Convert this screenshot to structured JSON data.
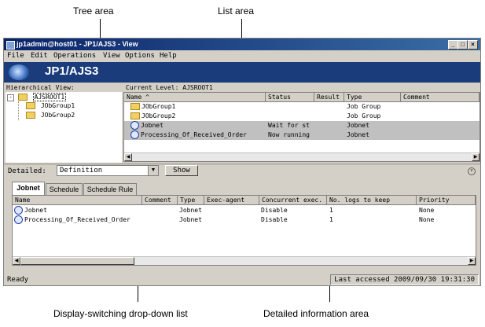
{
  "callouts": {
    "tree_area": "Tree area",
    "list_area": "List area",
    "dropdown": "Display-switching drop-down list",
    "detail_area": "Detailed information area"
  },
  "window": {
    "title": "jp1admin@host01 - JP1/AJS3 - View",
    "buttons": [
      "_",
      "□",
      "×"
    ]
  },
  "menu": [
    "File",
    "Edit",
    "Operations",
    "View",
    "Options",
    "Help"
  ],
  "banner": {
    "brand": "JP1/AJS3"
  },
  "tree": {
    "heading": "Hierarchical View:",
    "root": "AJSROOT1",
    "children": [
      "JObGroup1",
      "JObGroup2"
    ]
  },
  "list": {
    "current_level_label": "Current Level: AJSROOT1",
    "columns": [
      "Name ^",
      "Status",
      "Result",
      "Type",
      "Comment"
    ],
    "rows": [
      {
        "name": "JObGroup1",
        "status": "",
        "result": "",
        "type": "Job Group",
        "icon": "folder-icon"
      },
      {
        "name": "JObGroup2",
        "status": "",
        "result": "",
        "type": "Job Group",
        "icon": "folder-icon"
      },
      {
        "name": "Jobnet",
        "status": "Wait for st",
        "result": "",
        "type": "Jobnet",
        "icon": "jobnet-icon"
      },
      {
        "name": "Processing_Of_Received_Order",
        "status": "Now running",
        "result": "",
        "type": "Jobnet",
        "icon": "jobnet-icon"
      }
    ]
  },
  "detail": {
    "label": "Detailed:",
    "dropdown_value": "Definition",
    "show_button": "Show",
    "tabs": [
      "Jobnet",
      "Schedule",
      "Schedule Rule"
    ],
    "columns": [
      "Name",
      "Comment",
      "Type",
      "Exec-agent",
      "Concurrent exec.",
      "No. logs to keep",
      "Priority"
    ],
    "rows": [
      {
        "name": "Jobnet",
        "comment": "",
        "type": "Jobnet",
        "agent": "",
        "concurrent": "Disable",
        "logs": "1",
        "priority": "None"
      },
      {
        "name": "Processing_Of_Received_Order",
        "comment": "",
        "type": "Jobnet",
        "agent": "",
        "concurrent": "Disable",
        "logs": "1",
        "priority": "None"
      }
    ]
  },
  "status": {
    "left": "Ready",
    "right": "Last accessed 2009/09/30 19:31:30"
  }
}
